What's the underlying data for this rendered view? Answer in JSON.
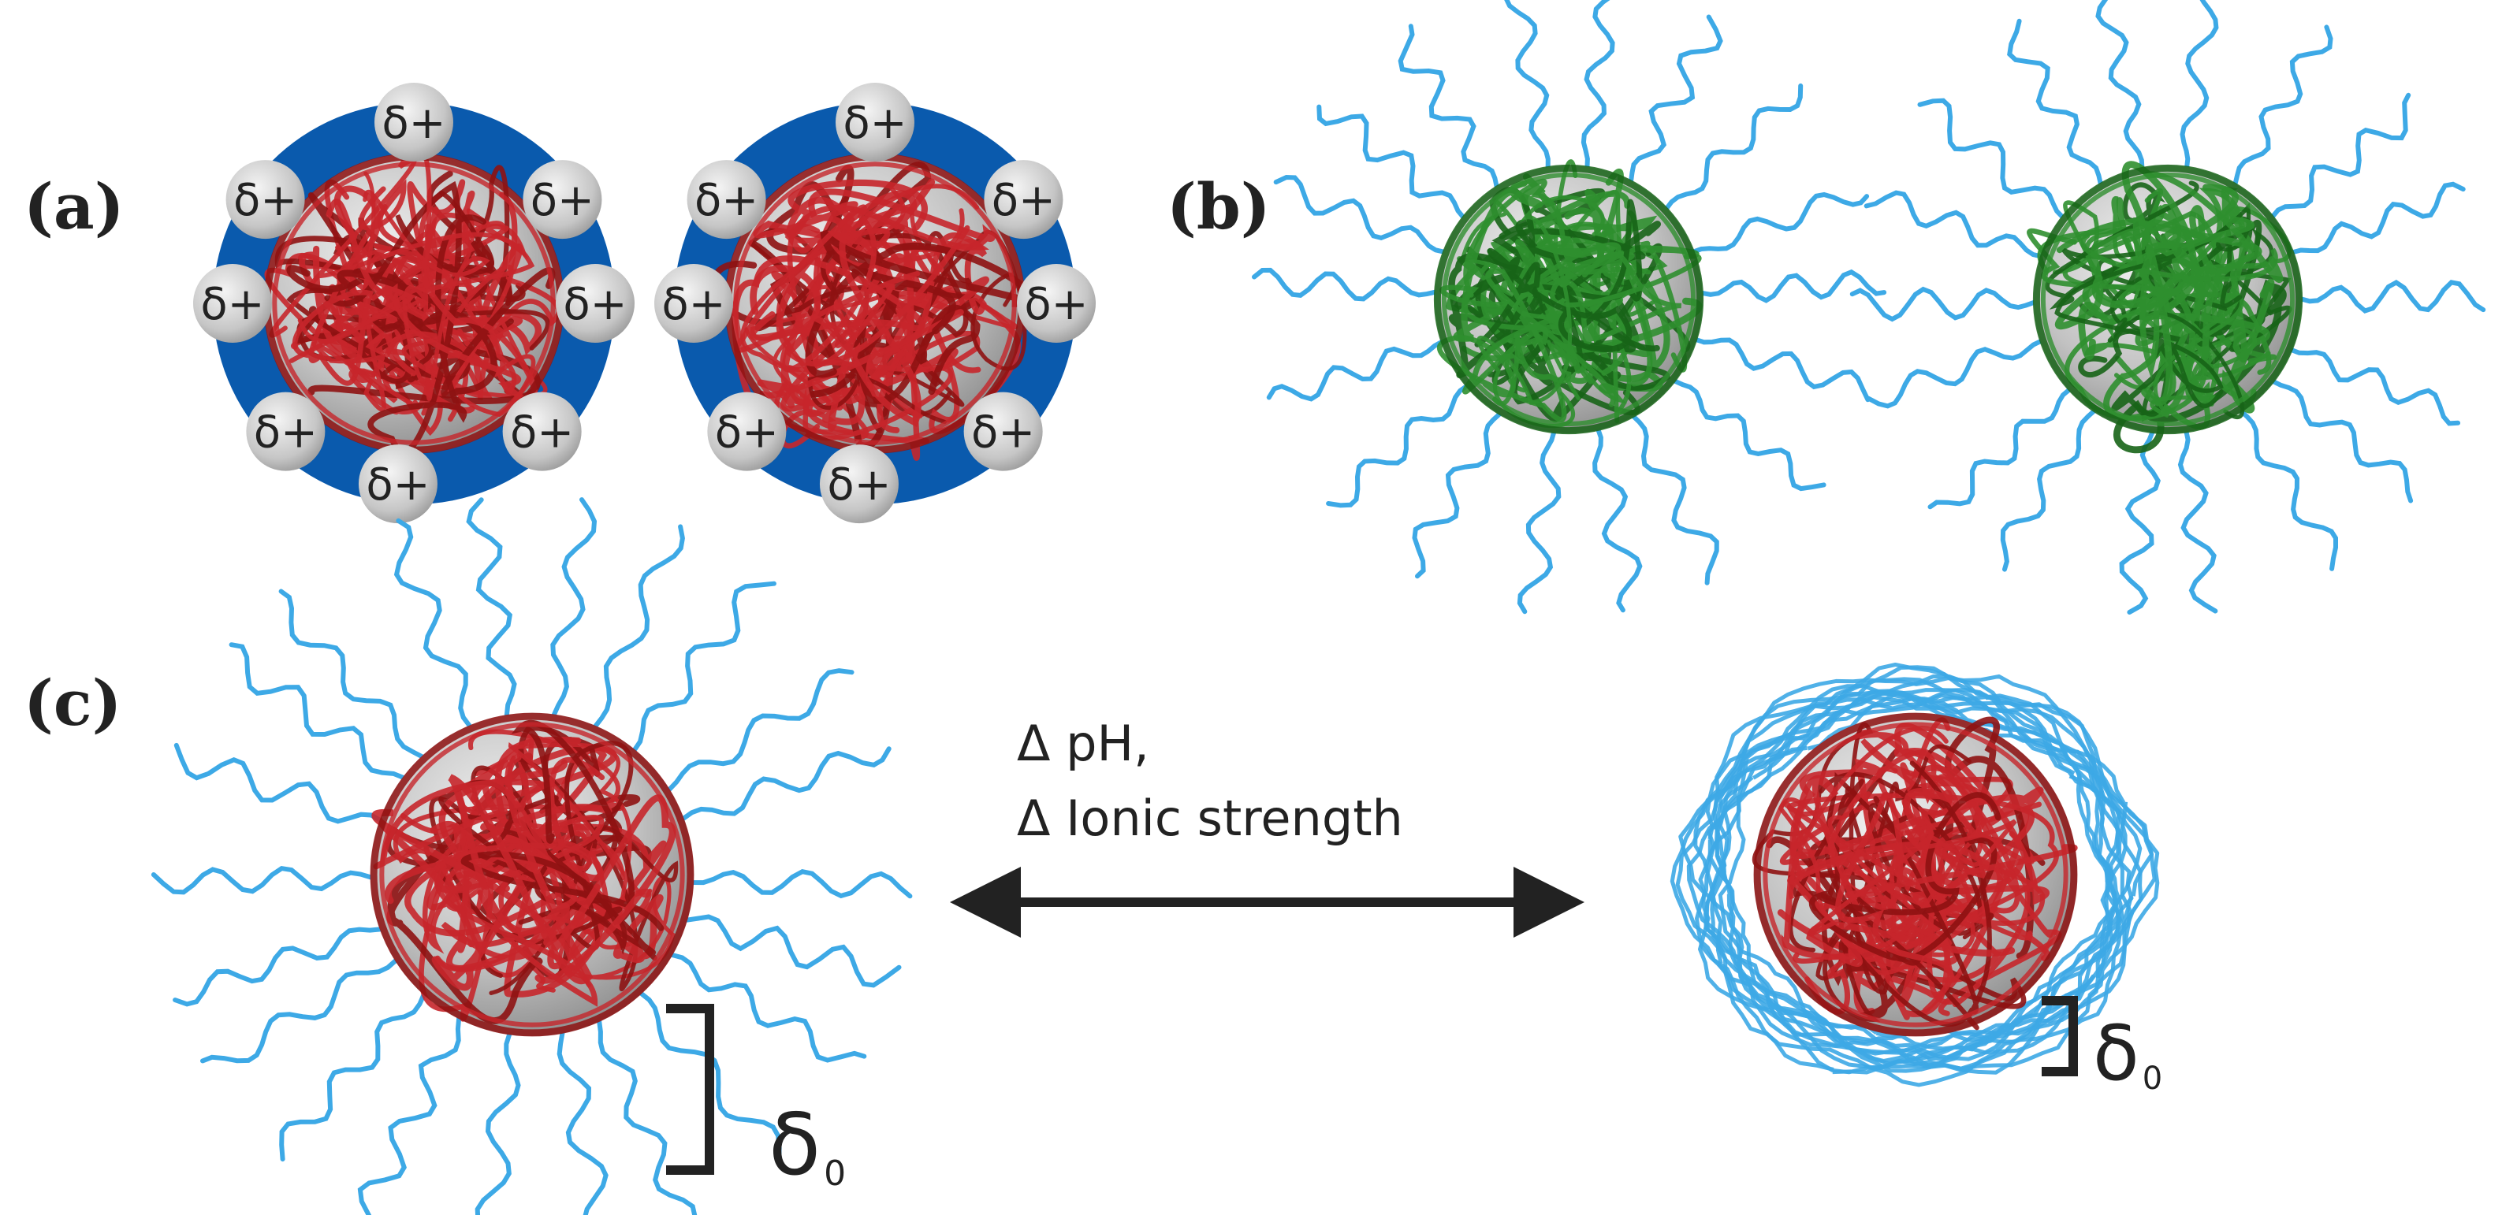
{
  "panels": {
    "a": {
      "label": "(a)",
      "charge_label": "δ+"
    },
    "b": {
      "label": "(b)"
    },
    "c": {
      "label": "(c)",
      "condition_line1": "Δ pH,",
      "condition_line2": "Δ Ionic strength",
      "layer_symbol": "δ",
      "layer_subscript": "0"
    }
  },
  "colors": {
    "shell_blue": "#0a5aad",
    "charge_sphere": "#c4c4c4",
    "polymer_red": "#c6262b",
    "polymer_red_dark": "#8e1212",
    "polymer_green": "#2f8f2f",
    "polymer_green_dark": "#176417",
    "brush_blue": "#3da9e6",
    "core_gray": "#bdbdbd",
    "text": "#222222"
  },
  "icons": {
    "particle_core": "sphere-icon",
    "polymer_chain": "coil-icon",
    "charge": "charge-bead-icon",
    "arrow": "double-arrow-icon",
    "bracket": "bracket-icon"
  }
}
